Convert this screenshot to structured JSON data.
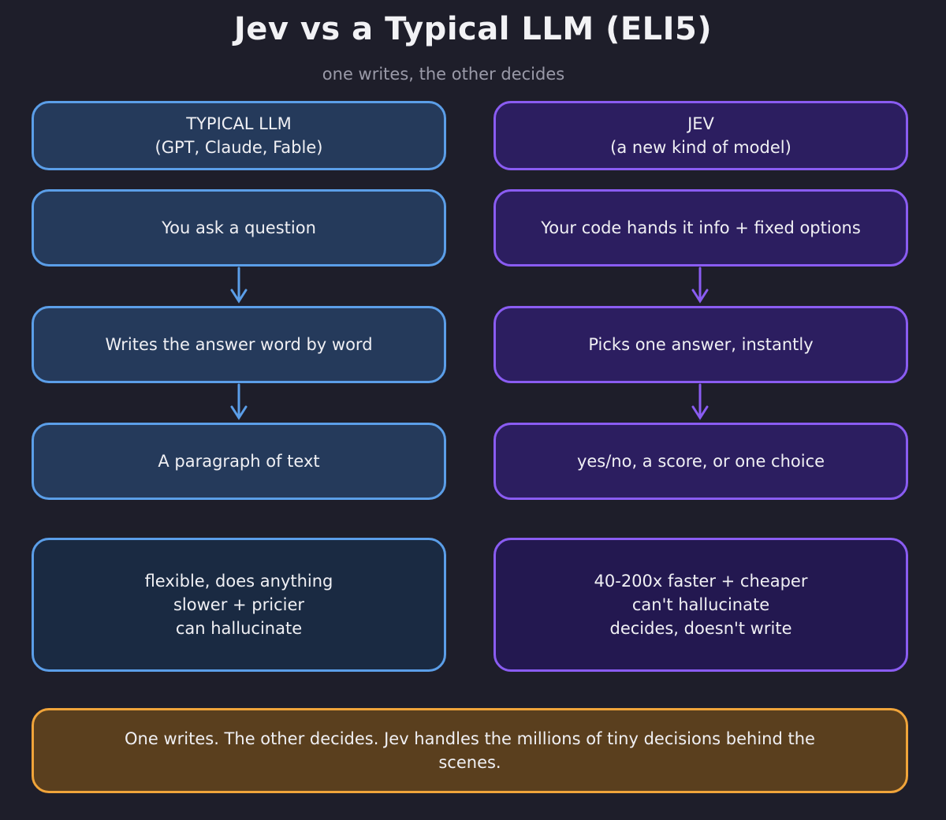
{
  "title": "Jev vs a Typical LLM (ELI5)",
  "subtitle": "one writes, the other decides",
  "left": {
    "header": "TYPICAL LLM\n(GPT, Claude, Fable)",
    "step1": "You ask a question",
    "step2": "Writes the answer word by word",
    "step3": "A paragraph of text",
    "summary": "flexible, does anything\nslower + pricier\ncan hallucinate",
    "color": "#5b9ee8"
  },
  "right": {
    "header": "JEV\n(a new kind of model)",
    "step1": "Your code hands it info + fixed options",
    "step2": "Picks one answer, instantly",
    "step3": "yes/no, a score, or one choice",
    "summary": "40-200x faster + cheaper\ncan't hallucinate\ndecides, doesn't write",
    "color": "#8a5cf2"
  },
  "footer": {
    "text": "One writes. The other decides. Jev handles the millions of tiny decisions behind the\nscenes.",
    "color": "#f0a43a"
  }
}
